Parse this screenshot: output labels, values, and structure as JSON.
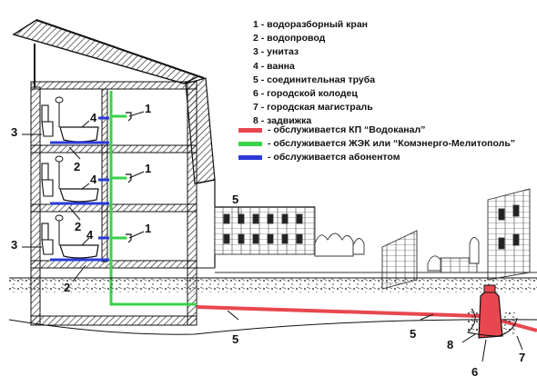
{
  "legend": {
    "items": [
      "1 - водоразборный кран",
      "2 - водопровод",
      "3 - унитаз",
      "4 - ванна",
      "5 - соединительная труба",
      "6 - городской колодец",
      "7 - городская магистраль",
      "8 - задвижка"
    ],
    "colors": [
      {
        "text": "- обслуживается КП “Водоканал”",
        "color": "#e8474f"
      },
      {
        "text": "- обслуживается ЖЭК или “Комэнерго-Мелитополь”",
        "color": "#39d24a"
      },
      {
        "text": "- обслуживается абонентом",
        "color": "#2b3ad6"
      }
    ]
  },
  "labels": {
    "faucet": "1",
    "pipe": "2",
    "toilet": "3",
    "bath": "4",
    "connector": "5",
    "well": "6",
    "main": "7",
    "valve": "8"
  }
}
